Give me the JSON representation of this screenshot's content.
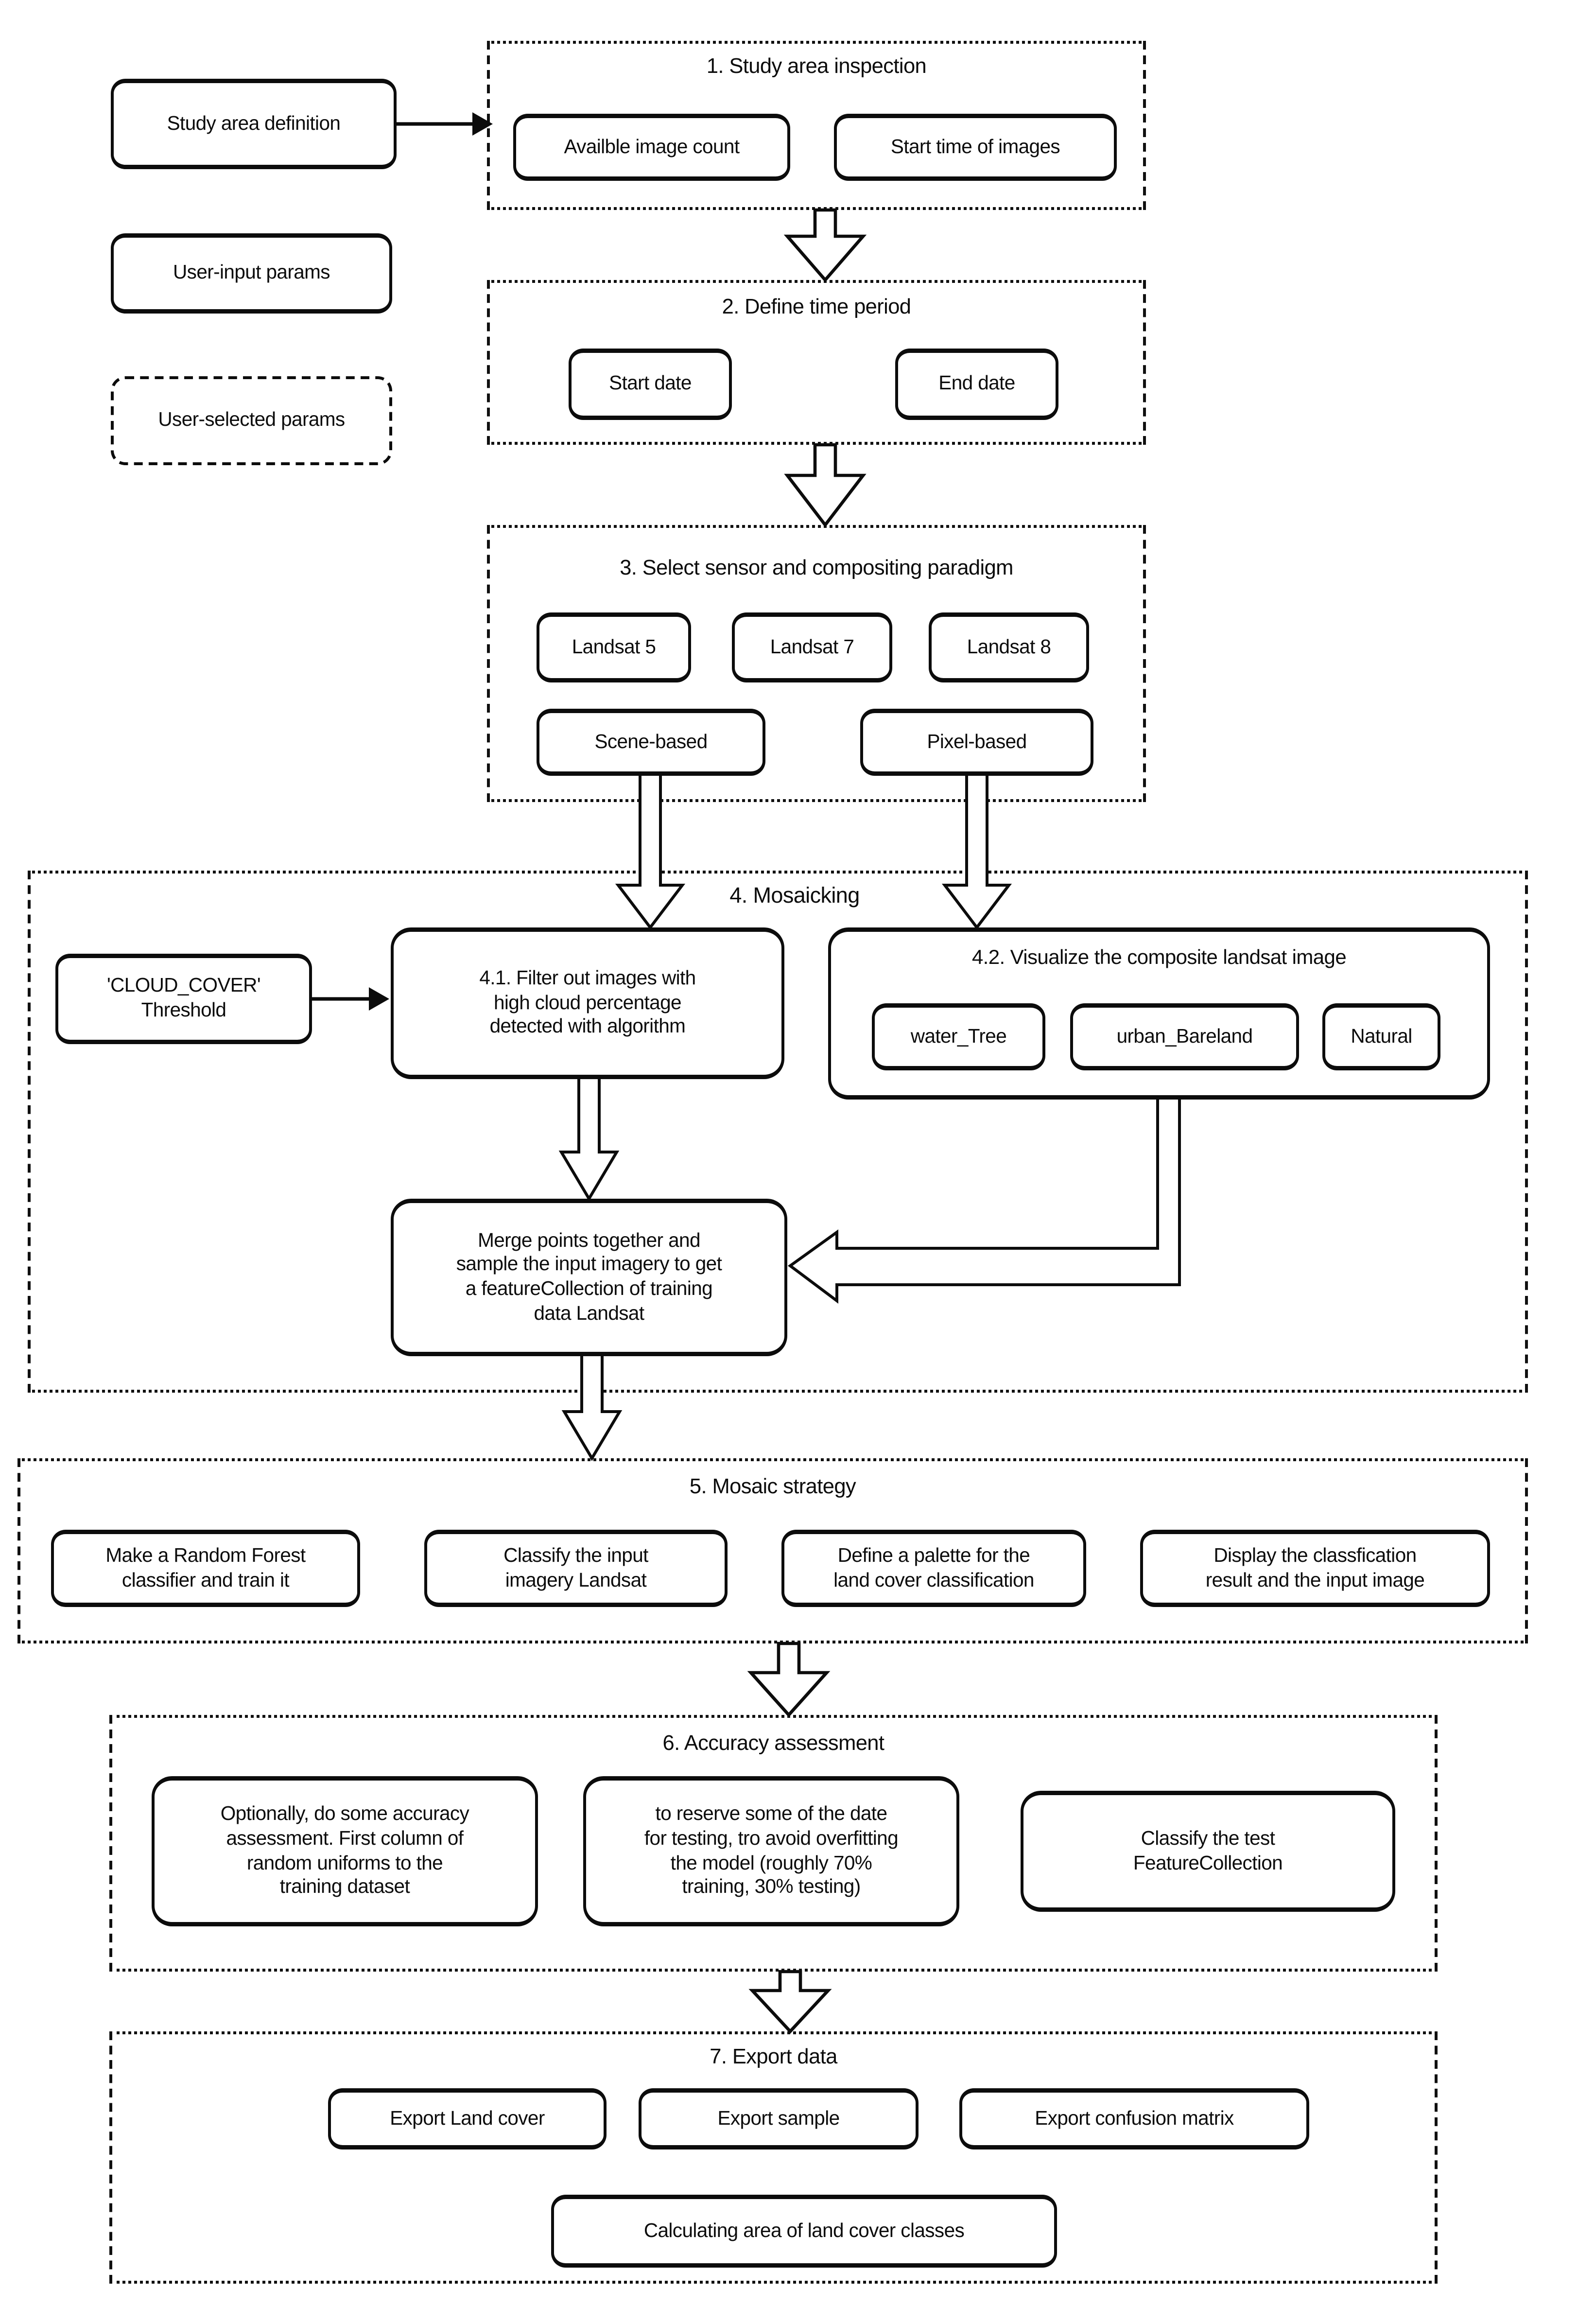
{
  "colors": {
    "ink": "#0c0c0c",
    "background": "#ffffff"
  },
  "left_column": {
    "study_area_definition": "Study area definition",
    "user_input_params": "User-input params",
    "user_selected_params": "User-selected params",
    "cloud_cover_threshold": "'CLOUD_COVER'\nThreshold"
  },
  "section1": {
    "title": "1. Study area inspection",
    "availble_image_count": "Availble image count",
    "start_time_of_images": "Start time of images"
  },
  "section2": {
    "title": "2. Define time period",
    "start_date": "Start date",
    "end_date": "End date"
  },
  "section3": {
    "title": "3. Select sensor and compositing paradigm",
    "landsat5": "Landsat 5",
    "landsat7": "Landsat 7",
    "landsat8": "Landsat 8",
    "scene_based": "Scene-based",
    "pixel_based": "Pixel-based"
  },
  "section4": {
    "title": "4. Mosaicking",
    "filter_images": "4.1. Filter out images with\nhigh cloud percentage\ndetected with algorithm",
    "visualize_title": "4.2. Visualize the composite landsat image",
    "water_tree": "water_Tree",
    "urban_bareland": "urban_Bareland",
    "natural": "Natural",
    "merge_points": "Merge points together and\nsample the input imagery to get\na featureCollection of training\ndata Landsat"
  },
  "section5": {
    "title": "5. Mosaic strategy",
    "random_forest": "Make a Random Forest\nclassifier and train it",
    "classify_input": "Classify the input\nimagery Landsat",
    "define_palette": "Define a palette for the\nland cover classification",
    "display_result": "Display the classfication\nresult and the input image"
  },
  "section6": {
    "title": "6. Accuracy assessment",
    "optional_accuracy": "Optionally, do some accuracy\nassessment. First column of\nrandom uniforms to the\ntraining dataset",
    "reserve_data": "to reserve some of the date\nfor testing, tro avoid overfitting\nthe model (roughly 70%\ntraining, 30% testing)",
    "classify_test": "Classify the test\nFeatureCollection"
  },
  "section7": {
    "title": "7. Export data",
    "export_land_cover": "Export Land cover",
    "export_sample": "Export sample",
    "export_confusion_matrix": "Export confusion matrix",
    "calculating_area": "Calculating area of land cover classes"
  }
}
